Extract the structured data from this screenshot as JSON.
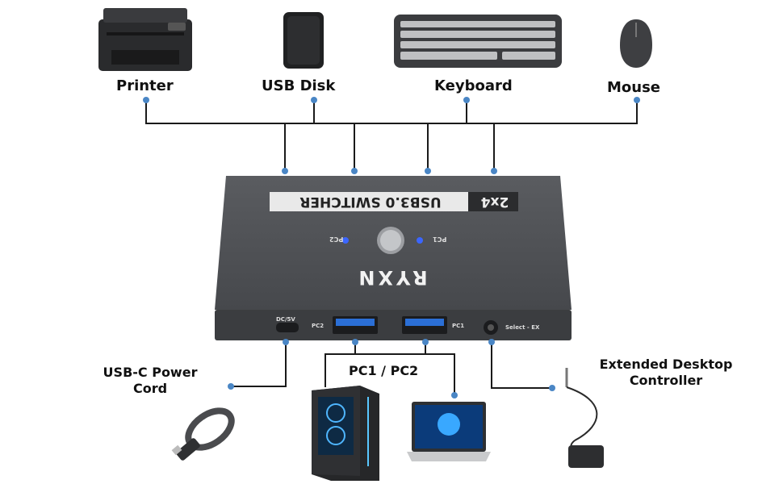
{
  "labels": {
    "printer": "Printer",
    "usb_disk": "USB Disk",
    "keyboard": "Keyboard",
    "mouse": "Mouse",
    "power_l1": "USB-C Power",
    "power_l2": "Cord",
    "pc": "PC1 / PC2",
    "ext_l1": "Extended Desktop",
    "ext_l2": "Controller"
  },
  "device": {
    "model_tag": "2x4",
    "model_name": "USB3.0 SWITCHER",
    "brand": "RYXN",
    "led_left": "PC2",
    "led_right": "PC1",
    "port_dc": "DC/5V",
    "port_pc2": "PC2",
    "port_pc1": "PC1",
    "port_select": "Select - EX"
  },
  "colors": {
    "connector_line": "#1a1a1a",
    "connector_dot": "#4a86c5",
    "device_body": "#4c4e52",
    "usb_port": "#2b6fd6",
    "led": "#3b66ff"
  }
}
